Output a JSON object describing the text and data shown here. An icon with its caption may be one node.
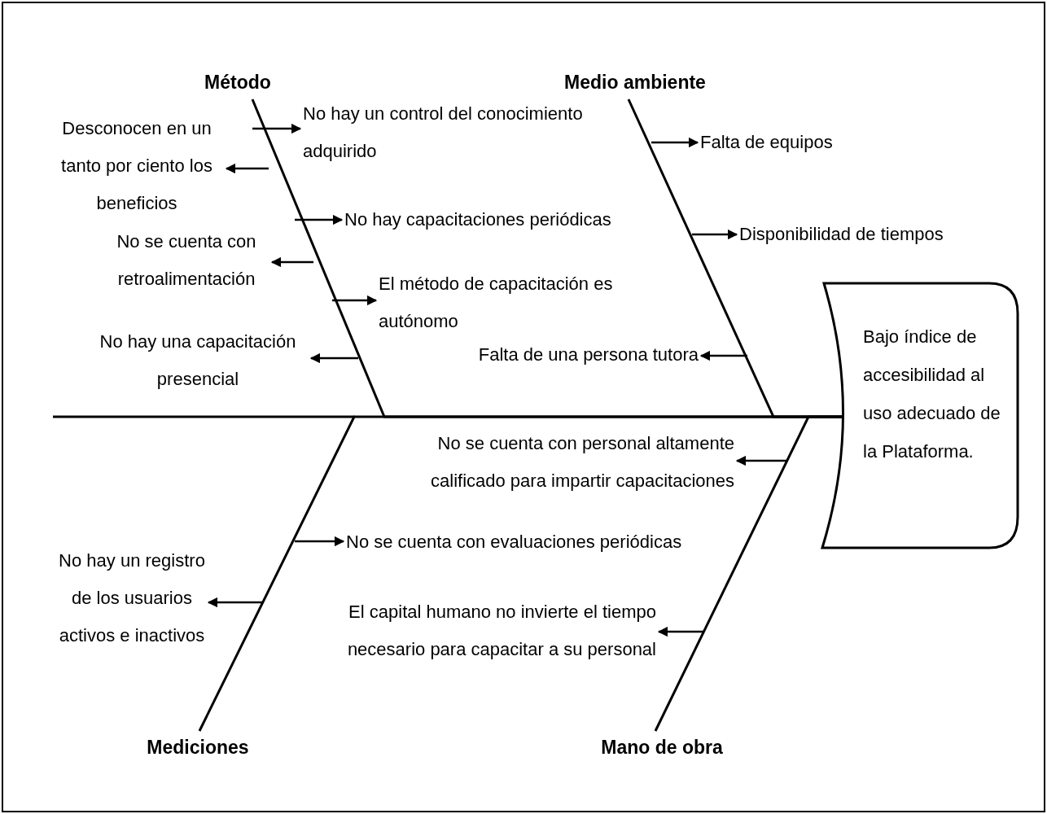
{
  "diagram": {
    "nodes": [
      {
        "text": [
          "Método"
        ]
      },
      {
        "text": [
          "Medio ambiente"
        ]
      },
      {
        "text": [
          "Mediciones"
        ]
      },
      {
        "text": [
          "Mano de obra"
        ]
      },
      {
        "text": [
          "Bajo índice de accesibilidad al uso adecuado de la Plataforma."
        ]
      },
      {
        "text": [
          "No hay un control del conocimiento adquirido"
        ]
      },
      {
        "text": [
          "Desconocen en un tanto por ciento los beneficios"
        ]
      },
      {
        "text": [
          "No hay capacitaciones periódicas"
        ]
      },
      {
        "text": [
          "No se cuenta con retroalimentación"
        ]
      },
      {
        "text": [
          "El método de capacitación es autónomo"
        ]
      },
      {
        "text": [
          "No hay una capacitación presencial"
        ]
      },
      {
        "text": [
          "Falta de equipos"
        ]
      },
      {
        "text": [
          "Disponibilidad de tiempos"
        ]
      },
      {
        "text": [
          "Falta de una persona tutora"
        ]
      },
      {
        "text": [
          "No se cuenta con personal altamente calificado para impartir capacitaciones"
        ]
      },
      {
        "text": [
          "El capital humano no invierte el tiempo necesario para capacitar a su personal"
        ]
      },
      {
        "text": [
          "No se cuenta con evaluaciones periódicas"
        ]
      },
      {
        "text": [
          "No hay un registro de los usuarios activos e inactivos"
        ]
      }
    ],
    "edges": [
      {
        "from": 0,
        "to": 4,
        "arrow": "none"
      },
      {
        "from": 1,
        "to": 4,
        "arrow": "none"
      },
      {
        "from": 2,
        "to": 4,
        "arrow": "none"
      },
      {
        "from": 3,
        "to": 4,
        "arrow": "none"
      },
      {
        "from": null,
        "to": 5,
        "arrow": "to"
      },
      {
        "from": null,
        "to": 6,
        "arrow": "to"
      },
      {
        "from": null,
        "to": 7,
        "arrow": "to"
      },
      {
        "from": null,
        "to": 8,
        "arrow": "to"
      },
      {
        "from": null,
        "to": 9,
        "arrow": "to"
      },
      {
        "from": null,
        "to": 10,
        "arrow": "to"
      },
      {
        "from": null,
        "to": 11,
        "arrow": "to"
      },
      {
        "from": null,
        "to": 12,
        "arrow": "to"
      },
      {
        "from": null,
        "to": 13,
        "arrow": "to"
      },
      {
        "from": null,
        "to": 14,
        "arrow": "to"
      },
      {
        "from": null,
        "to": 15,
        "arrow": "to"
      },
      {
        "from": null,
        "to": 16,
        "arrow": "to"
      },
      {
        "from": null,
        "to": 17,
        "arrow": "to"
      }
    ]
  }
}
